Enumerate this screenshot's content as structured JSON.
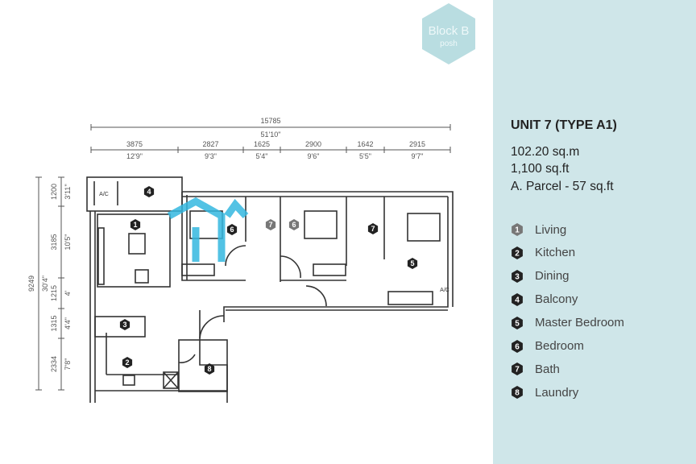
{
  "badge": {
    "title": "Block B",
    "subtitle": "posh",
    "color": "#b9dde1"
  },
  "unit": {
    "title": "UNIT 7 (TYPE A1)",
    "area_sqm": "102.20 sq.m",
    "area_sqft": "1,100 sq.ft",
    "parcel": "A. Parcel - 57 sq.ft"
  },
  "legend": [
    {
      "n": "1",
      "label": "Living"
    },
    {
      "n": "2",
      "label": "Kitchen"
    },
    {
      "n": "3",
      "label": "Dining"
    },
    {
      "n": "4",
      "label": "Balcony"
    },
    {
      "n": "5",
      "label": "Master Bedroom"
    },
    {
      "n": "6",
      "label": "Bedroom"
    },
    {
      "n": "7",
      "label": "Bath"
    },
    {
      "n": "8",
      "label": "Laundry"
    }
  ],
  "dimensions": {
    "total_width": {
      "mm": "15785",
      "ft": "51'10\""
    },
    "widths": [
      {
        "mm": "3875",
        "ft": "12'9\""
      },
      {
        "mm": "2827",
        "ft": "9'3\""
      },
      {
        "mm": "1625",
        "ft": "5'4\""
      },
      {
        "mm": "2900",
        "ft": "9'6\""
      },
      {
        "mm": "1642",
        "ft": "5'5\""
      },
      {
        "mm": "2915",
        "ft": "9'7\""
      }
    ],
    "total_depth": {
      "mm": "9249",
      "ft": "30'4\""
    },
    "depths": [
      {
        "mm": "1200",
        "ft": "3'11\""
      },
      {
        "mm": "3185",
        "ft": "10'5\""
      },
      {
        "mm": "1215",
        "ft": "4'"
      },
      {
        "mm": "1315",
        "ft": "4'4\""
      },
      {
        "mm": "2334",
        "ft": "7'8\""
      }
    ]
  },
  "plan": {
    "ac_label": "A/C",
    "markers": [
      "1",
      "2",
      "3",
      "4",
      "5",
      "6",
      "6",
      "7",
      "7",
      "8"
    ]
  },
  "colors": {
    "panel": "#cfe6e9",
    "wall": "#333333",
    "marker": "#222222"
  }
}
